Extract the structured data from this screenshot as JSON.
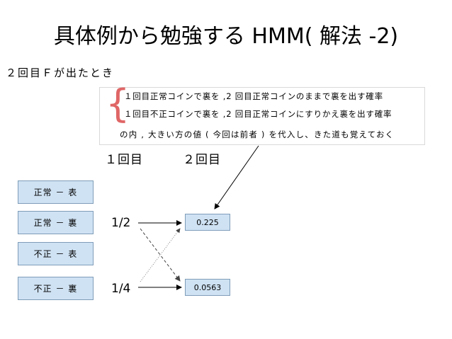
{
  "slide": {
    "title": "具体例から勉強する HMM( 解法 -2)",
    "subtitle": "２回目Ｆが出たとき"
  },
  "note": {
    "line1": "１回目正常コインで裏を ,2 回目正常コインのままで裏を出す確率",
    "line2": "１回目不正コインで裏を ,2 回目正常コインにすりかえ裏を出す確率",
    "line3": "の内 , 大きい方の値 ( 今回は前者 ) を代入し、きた道も覚えておく",
    "brace_color": "#e06666"
  },
  "columns": {
    "first": "１回目",
    "second": "２回目"
  },
  "states": [
    {
      "label": "正常 － 表"
    },
    {
      "label": "正常 － 裏"
    },
    {
      "label": "不正 － 表"
    },
    {
      "label": "不正 － 裏"
    }
  ],
  "probabilities": {
    "first_row": "1/2",
    "second_row": "1/4"
  },
  "values": {
    "top": "0.225",
    "bottom": "0.0563"
  },
  "colors": {
    "state_fill": "#cfe2f3",
    "state_border": "#7f9db9"
  }
}
